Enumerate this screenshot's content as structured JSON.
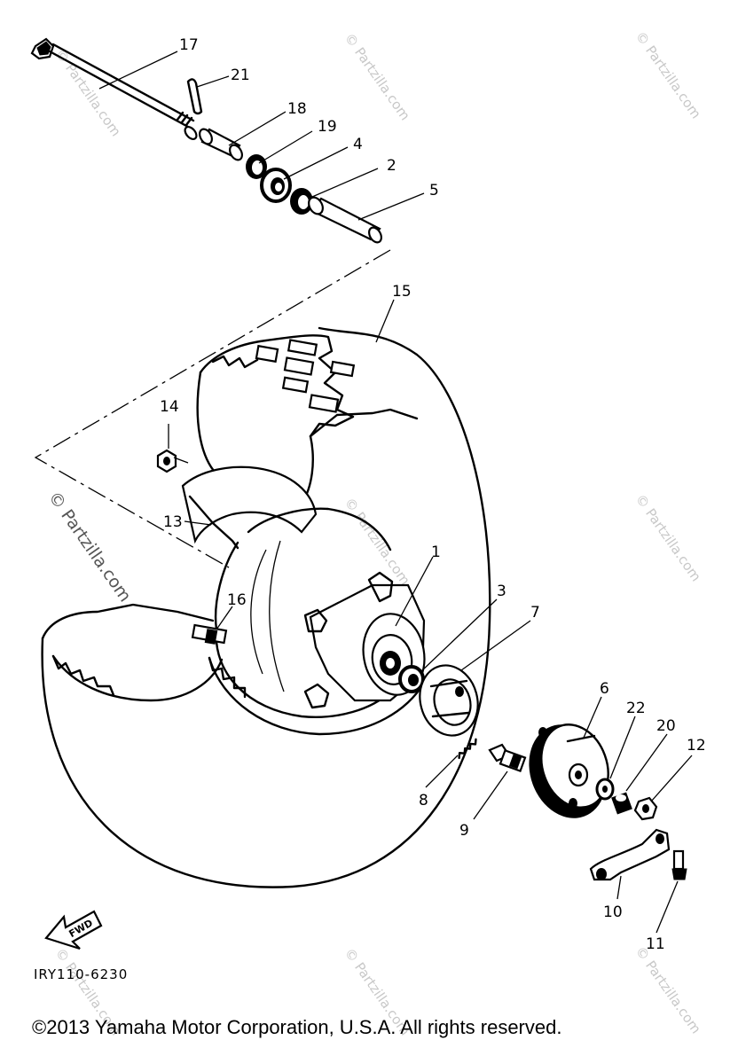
{
  "diagram": {
    "part_numbers": {
      "p1": "1",
      "p2": "2",
      "p3": "3",
      "p4": "4",
      "p5": "5",
      "p6": "6",
      "p7": "7",
      "p8": "8",
      "p9": "9",
      "p10": "10",
      "p11": "11",
      "p12": "12",
      "p13": "13",
      "p14": "14",
      "p15": "15",
      "p16": "16",
      "p17": "17",
      "p18": "18",
      "p19": "19",
      "p20": "20",
      "p21": "21",
      "p22": "22"
    },
    "fwd_label": "FWD",
    "diagram_code": "IRY110-6230",
    "watermark_text": "© Partzilla.com",
    "icons": [
      "fwd-arrow-icon"
    ]
  },
  "footer": {
    "copyright": "©2013 Yamaha Motor Corporation, U.S.A. All rights reserved."
  }
}
